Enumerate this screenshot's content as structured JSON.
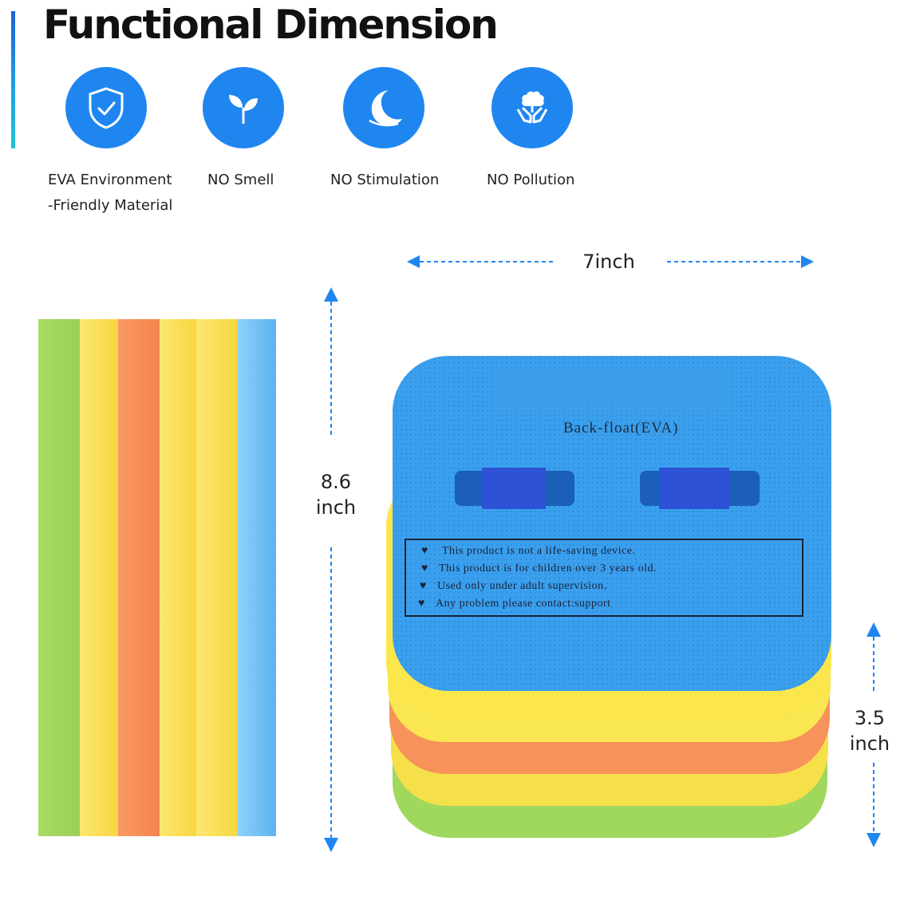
{
  "title": "Functional Dimension",
  "features": [
    {
      "icon": "shield-check-icon",
      "line1": "EVA Environment",
      "line2": "-Friendly Material"
    },
    {
      "icon": "leaf-sprout-icon",
      "line1": "NO Smell",
      "line2": ""
    },
    {
      "icon": "crescent-moon-icon",
      "line1": "NO Stimulation",
      "line2": ""
    },
    {
      "icon": "hands-cloud-icon",
      "line1": "NO Pollution",
      "line2": ""
    }
  ],
  "dimensions": {
    "width": "7inch",
    "length_value": "8.6",
    "length_unit": "inch",
    "height_value": "3.5",
    "height_unit": "inch"
  },
  "board": {
    "brand": "Back-float(EVA)",
    "warnings": [
      "This product is not a life-saving device.",
      "This product is for children over 3 years old.",
      "Used only under adult supervision.",
      "Any problem please contact:support"
    ]
  },
  "colors": {
    "accent": "#1f86f0",
    "green": "#a3d65c",
    "yellow": "#fce24a",
    "orange": "#f7925a",
    "blue": "#4aaeea"
  }
}
